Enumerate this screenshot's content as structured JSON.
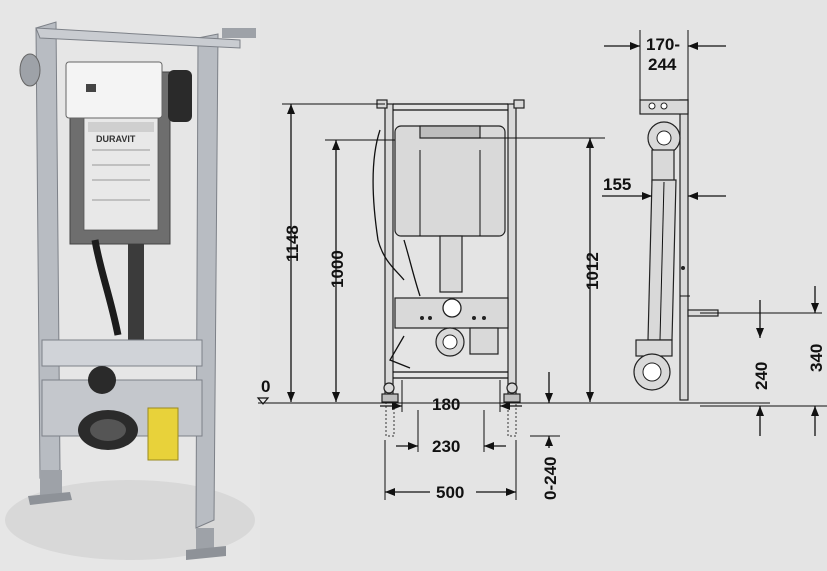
{
  "product": {
    "brand_label": "DURAVIT"
  },
  "dimensions": {
    "total_height": "1148",
    "cistern_height": "1000",
    "outlet_height": "1012",
    "zero_level": "0",
    "inner_width": "180",
    "fixing_width": "230",
    "frame_width": "500",
    "foot_adjust": "0-240",
    "depth": "170-\n244",
    "depth_line1": "170-",
    "depth_line2": "244",
    "side_offset": "155",
    "pipe_height_low": "240",
    "pipe_height_high": "340"
  },
  "colors": {
    "background": "#e4e4e4",
    "frame_metal": "#b8bcc2",
    "cistern": "#6e6e6e",
    "label_yellow": "#e8d23a",
    "line": "#111111"
  }
}
